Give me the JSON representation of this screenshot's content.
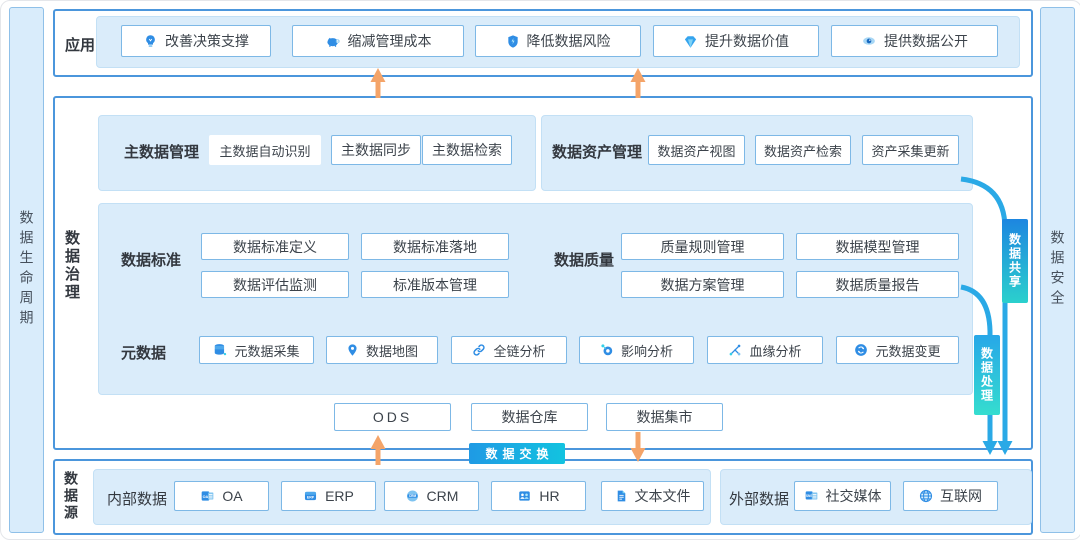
{
  "left_bar": {
    "label": "数据生命周期"
  },
  "right_bar": {
    "label": "数据安全"
  },
  "top_section": {
    "label": "应用",
    "items": [
      {
        "label": "改善决策支撑",
        "icon": "bulb-icon"
      },
      {
        "label": "缩减管理成本",
        "icon": "piggy-bank-icon"
      },
      {
        "label": "降低数据风险",
        "icon": "shield-icon"
      },
      {
        "label": "提升数据价值",
        "icon": "diamond-icon"
      },
      {
        "label": "提供数据公开",
        "icon": "eye-icon"
      }
    ]
  },
  "middle_section": {
    "label": "数据治理",
    "master_data": {
      "label": "主数据管理",
      "items": [
        "主数据自动识别",
        "主数据同步",
        "主数据检索"
      ]
    },
    "data_asset": {
      "label": "数据资产管理",
      "items": [
        "数据资产视图",
        "数据资产检索",
        "资产采集更新"
      ]
    },
    "data_standard": {
      "label": "数据标准",
      "items": [
        "数据标准定义",
        "数据标准落地",
        "数据评估监测",
        "标准版本管理"
      ]
    },
    "data_quality": {
      "label": "数据质量",
      "items": [
        "质量规则管理",
        "数据模型管理",
        "数据方案管理",
        "数据质量报告"
      ]
    },
    "metadata": {
      "label": "元数据",
      "items": [
        {
          "label": "元数据采集",
          "icon": "database-icon"
        },
        {
          "label": "数据地图",
          "icon": "map-pin-icon"
        },
        {
          "label": "全链分析",
          "icon": "link-icon"
        },
        {
          "label": "影响分析",
          "icon": "impact-icon"
        },
        {
          "label": "血缘分析",
          "icon": "lineage-icon"
        },
        {
          "label": "元数据变更",
          "icon": "change-icon"
        }
      ]
    },
    "storage": [
      "ODS",
      "数据仓库",
      "数据集市"
    ]
  },
  "badges": {
    "exchange": "数据交换",
    "share": "数据共享",
    "process": "数据处理"
  },
  "bottom_section": {
    "label": "数据源",
    "internal": {
      "label": "内部数据",
      "items": [
        {
          "label": "OA",
          "icon": "oa-doc-icon"
        },
        {
          "label": "ERP",
          "icon": "erp-box-icon"
        },
        {
          "label": "CRM",
          "icon": "crm-box-icon"
        },
        {
          "label": "HR",
          "icon": "hr-people-icon"
        },
        {
          "label": "文本文件",
          "icon": "text-file-icon"
        }
      ]
    },
    "external": {
      "label": "外部数据",
      "items": [
        {
          "label": "社交媒体",
          "icon": "social-media-icon"
        },
        {
          "label": "互联网",
          "icon": "globe-icon"
        }
      ]
    }
  },
  "colors": {
    "accent_blue": "#2f8de4",
    "panel_blue": "#daecfa",
    "section_border": "#4b96dc",
    "arrow_orange": "#f4a469",
    "flow_blue": "#2aa9e6",
    "badge_start": "#1f9ae4",
    "badge_end": "#12c3e0"
  }
}
